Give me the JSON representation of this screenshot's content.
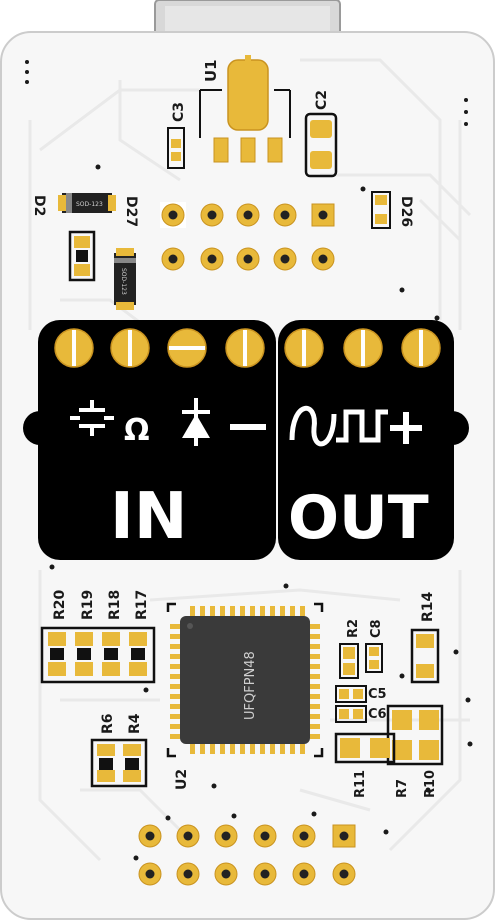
{
  "board": {
    "colors": {
      "pcb": "#f7f7f7",
      "gold": "#e8b93a",
      "gold_dark": "#c99320",
      "silk_black": "#111111",
      "connector": "#d6d6d6"
    }
  },
  "labels": {
    "u1": "U1",
    "c3": "C3",
    "c2": "C2",
    "d2": "D2",
    "d27": "D27",
    "d26": "D26",
    "diode_marking": "SOD-123",
    "r20": "R20",
    "r19": "R19",
    "r18": "R18",
    "r17": "R17",
    "r14": "R14",
    "r2": "R2",
    "c8": "C8",
    "c5": "C5",
    "c6": "C6",
    "r6": "R6",
    "r4": "R4",
    "u2": "U2",
    "r11": "R11",
    "r7": "R7",
    "r10": "R10",
    "chip_package": "UFQFPN48"
  },
  "panels": {
    "in": {
      "title": "IN",
      "symbols": [
        "capacitor-icon",
        "ohm-icon",
        "diode-icon",
        "minus-icon"
      ],
      "ohm": "Ω"
    },
    "out": {
      "title": "OUT",
      "symbols": [
        "sine-wave-icon",
        "square-wave-icon",
        "plus-icon"
      ]
    }
  }
}
